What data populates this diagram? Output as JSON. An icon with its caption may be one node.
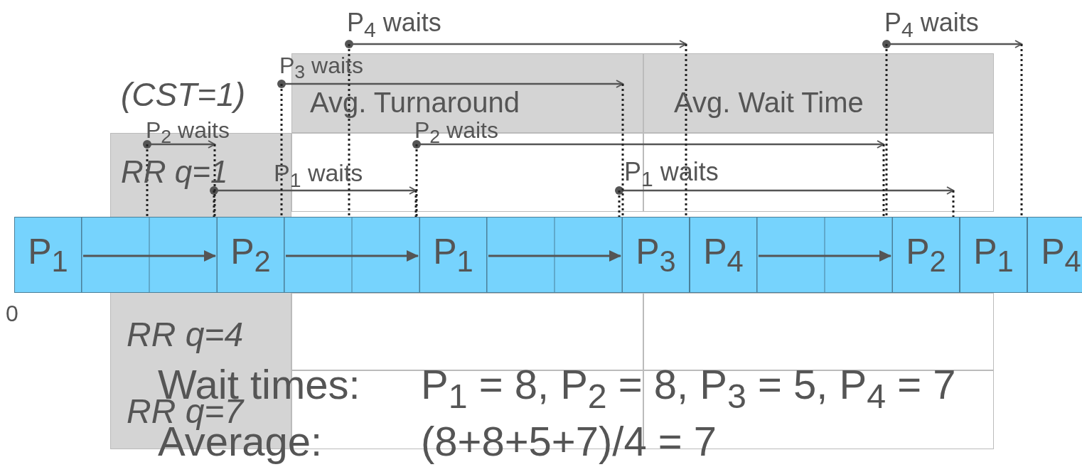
{
  "diagram": {
    "nodes": [
      {
        "text": [
          "P$_{1}$"
        ]
      },
      {
        "text": [
          "P$_{2}$"
        ]
      },
      {
        "text": [
          "P$_{1}$"
        ]
      },
      {
        "text": [
          "P$_{3}$"
        ]
      },
      {
        "text": [
          "P$_{4}$"
        ]
      },
      {
        "text": [
          "P$_{2}$"
        ]
      },
      {
        "text": [
          "P$_{1}$"
        ]
      },
      {
        "text": [
          "P$_{4}$"
        ]
      }
    ],
    "edges": [
      {
        "from": 0,
        "to": 1,
        "arrow": "to"
      },
      {
        "from": 1,
        "to": 2,
        "arrow": "to"
      },
      {
        "from": 2,
        "to": 3,
        "arrow": "to"
      },
      {
        "from": 4,
        "to": 5,
        "arrow": "to"
      }
    ],
    "labels": [
      "P$_{4}$ waits",
      "P$_{4}$ waits",
      "P$_{3}$ waits",
      "(CST=1)",
      "Avg. Turnaround",
      "Avg. Wait Time",
      "P$_{2}$ waits",
      "P$_{2}$ waits",
      "RR q=1",
      "P$_{1}$ waits",
      "P$_{1}$ waits",
      "0",
      "RR q=4",
      "Wait times:",
      "P$_{1}$ = 8, P$_{2}$ = 8, P$_{3}$ = 5, P$_{4}$ = 7",
      "RR q=7",
      "Average:",
      "(8+8+5+7)/4 = 7"
    ]
  }
}
